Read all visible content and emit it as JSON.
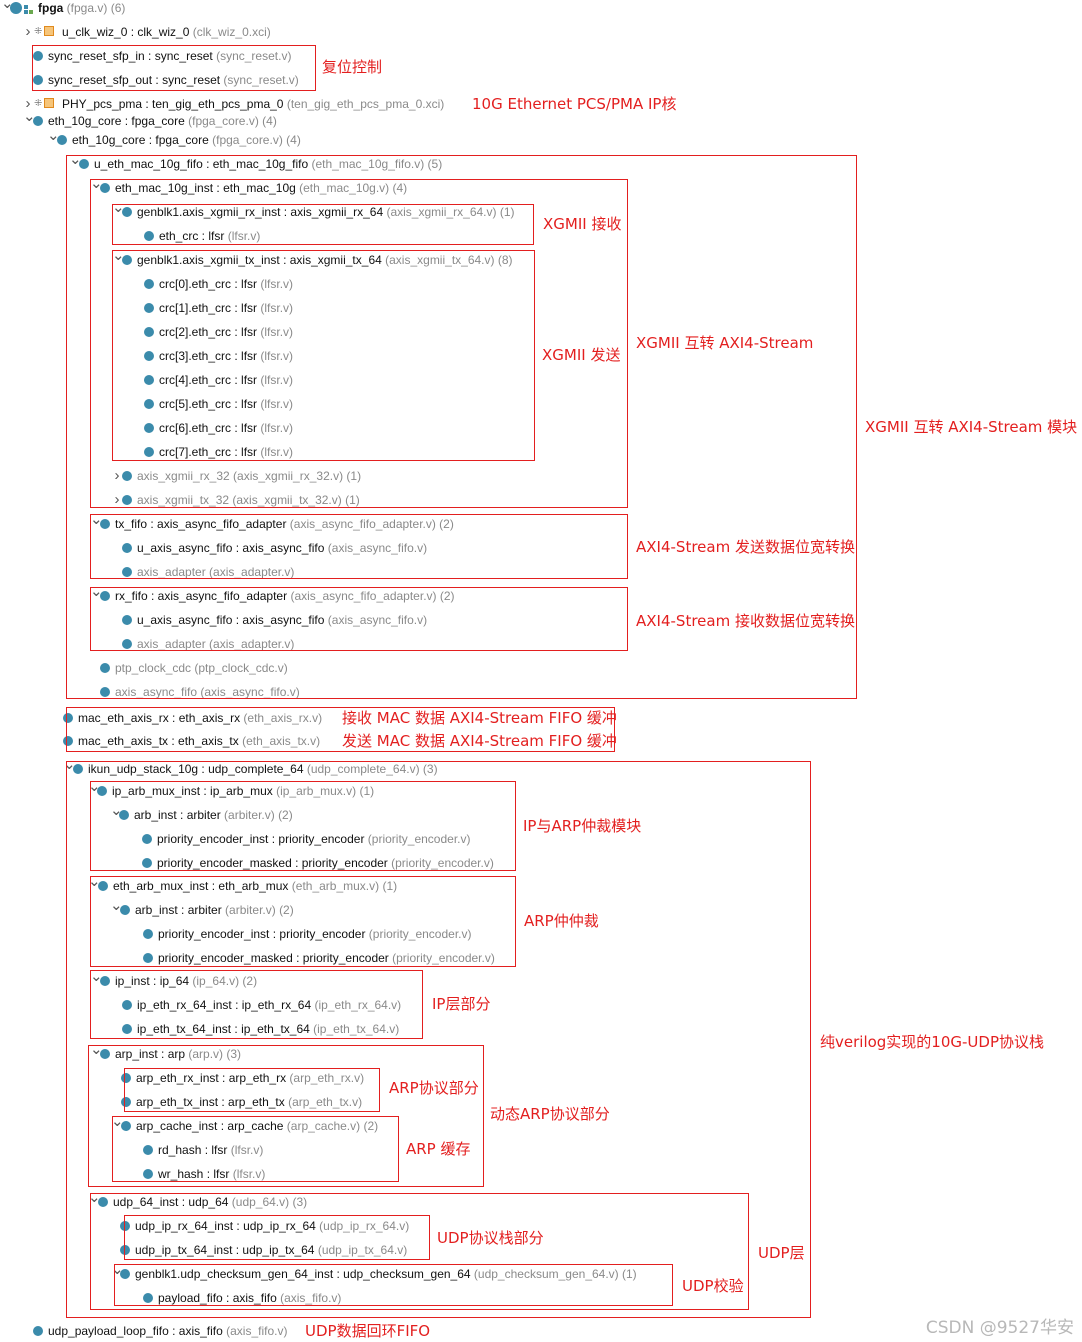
{
  "tree": [
    {
      "main": "fpga",
      "src": "(fpga.v) (6)",
      "icon": "fpga",
      "chevron": "down",
      "bold": true
    },
    {
      "main": "u_clk_wiz_0 : clk_wiz_0",
      "src": "(clk_wiz_0.xci)",
      "icon": "ip",
      "chevron": "right"
    },
    {
      "main": "sync_reset_sfp_in : sync_reset",
      "src": "(sync_reset.v)",
      "icon": "dot"
    },
    {
      "main": "sync_reset_sfp_out : sync_reset",
      "src": "(sync_reset.v)",
      "icon": "dot"
    },
    {
      "main": "PHY_pcs_pma : ten_gig_eth_pcs_pma_0",
      "src": "(ten_gig_eth_pcs_pma_0.xci)",
      "icon": "ip",
      "chevron": "right"
    },
    {
      "main": "eth_10g_core : fpga_core",
      "src": "(fpga_core.v) (4)",
      "icon": "dot",
      "chevron": "down"
    },
    {
      "main": "eth_10g_core : fpga_core",
      "src": "(fpga_core.v) (4)",
      "icon": "dot",
      "chevron": "down"
    },
    {
      "main": "u_eth_mac_10g_fifo : eth_mac_10g_fifo",
      "src": "(eth_mac_10g_fifo.v) (5)",
      "icon": "dot",
      "chevron": "down"
    },
    {
      "main": "eth_mac_10g_inst : eth_mac_10g",
      "src": "(eth_mac_10g.v) (4)",
      "icon": "dot",
      "chevron": "down"
    },
    {
      "main": "genblk1.axis_xgmii_rx_inst : axis_xgmii_rx_64",
      "src": "(axis_xgmii_rx_64.v) (1)",
      "icon": "dot",
      "chevron": "down"
    },
    {
      "main": "eth_crc : lfsr",
      "src": "(lfsr.v)",
      "icon": "dot"
    },
    {
      "main": "genblk1.axis_xgmii_tx_inst : axis_xgmii_tx_64",
      "src": "(axis_xgmii_tx_64.v) (8)",
      "icon": "dot",
      "chevron": "down"
    },
    {
      "main": "crc[0].eth_crc : lfsr",
      "src": "(lfsr.v)",
      "icon": "dot"
    },
    {
      "main": "crc[1].eth_crc : lfsr",
      "src": "(lfsr.v)",
      "icon": "dot"
    },
    {
      "main": "crc[2].eth_crc : lfsr",
      "src": "(lfsr.v)",
      "icon": "dot"
    },
    {
      "main": "crc[3].eth_crc : lfsr",
      "src": "(lfsr.v)",
      "icon": "dot"
    },
    {
      "main": "crc[4].eth_crc : lfsr",
      "src": "(lfsr.v)",
      "icon": "dot"
    },
    {
      "main": "crc[5].eth_crc : lfsr",
      "src": "(lfsr.v)",
      "icon": "dot"
    },
    {
      "main": "crc[6].eth_crc : lfsr",
      "src": "(lfsr.v)",
      "icon": "dot"
    },
    {
      "main": "crc[7].eth_crc : lfsr",
      "src": "(lfsr.v)",
      "icon": "dot"
    },
    {
      "main": "axis_xgmii_rx_32 (axis_xgmii_rx_32.v) (1)",
      "src": "",
      "icon": "dot",
      "chevron": "right",
      "muted": true
    },
    {
      "main": "axis_xgmii_tx_32 (axis_xgmii_tx_32.v) (1)",
      "src": "",
      "icon": "dot",
      "chevron": "right",
      "muted": true
    },
    {
      "main": "tx_fifo : axis_async_fifo_adapter",
      "src": "(axis_async_fifo_adapter.v) (2)",
      "icon": "dot",
      "chevron": "down"
    },
    {
      "main": "u_axis_async_fifo : axis_async_fifo",
      "src": "(axis_async_fifo.v)",
      "icon": "dot"
    },
    {
      "main": "axis_adapter (axis_adapter.v)",
      "src": "",
      "icon": "dot",
      "muted": true
    },
    {
      "main": "rx_fifo : axis_async_fifo_adapter",
      "src": "(axis_async_fifo_adapter.v) (2)",
      "icon": "dot",
      "chevron": "down"
    },
    {
      "main": "u_axis_async_fifo : axis_async_fifo",
      "src": "(axis_async_fifo.v)",
      "icon": "dot"
    },
    {
      "main": "axis_adapter (axis_adapter.v)",
      "src": "",
      "icon": "dot",
      "muted": true
    },
    {
      "main": "ptp_clock_cdc (ptp_clock_cdc.v)",
      "src": "",
      "icon": "dot",
      "muted": true
    },
    {
      "main": "axis_async_fifo (axis_async_fifo.v)",
      "src": "",
      "icon": "dot",
      "muted": true
    },
    {
      "main": "mac_eth_axis_rx : eth_axis_rx",
      "src": "(eth_axis_rx.v)",
      "icon": "dot"
    },
    {
      "main": "mac_eth_axis_tx : eth_axis_tx",
      "src": "(eth_axis_tx.v)",
      "icon": "dot"
    },
    {
      "main": "ikun_udp_stack_10g : udp_complete_64",
      "src": "(udp_complete_64.v) (3)",
      "icon": "dot",
      "chevron": "down"
    },
    {
      "main": "ip_arb_mux_inst : ip_arb_mux",
      "src": "(ip_arb_mux.v) (1)",
      "icon": "dot",
      "chevron": "down"
    },
    {
      "main": "arb_inst : arbiter",
      "src": "(arbiter.v) (2)",
      "icon": "dot",
      "chevron": "down"
    },
    {
      "main": "priority_encoder_inst : priority_encoder",
      "src": "(priority_encoder.v)",
      "icon": "dot"
    },
    {
      "main": "priority_encoder_masked : priority_encoder",
      "src": "(priority_encoder.v)",
      "icon": "dot"
    },
    {
      "main": "eth_arb_mux_inst : eth_arb_mux",
      "src": "(eth_arb_mux.v) (1)",
      "icon": "dot",
      "chevron": "down"
    },
    {
      "main": "arb_inst : arbiter",
      "src": "(arbiter.v) (2)",
      "icon": "dot",
      "chevron": "down"
    },
    {
      "main": "priority_encoder_inst : priority_encoder",
      "src": "(priority_encoder.v)",
      "icon": "dot"
    },
    {
      "main": "priority_encoder_masked : priority_encoder",
      "src": "(priority_encoder.v)",
      "icon": "dot"
    },
    {
      "main": "ip_inst : ip_64",
      "src": "(ip_64.v) (2)",
      "icon": "dot",
      "chevron": "down"
    },
    {
      "main": "ip_eth_rx_64_inst : ip_eth_rx_64",
      "src": "(ip_eth_rx_64.v)",
      "icon": "dot"
    },
    {
      "main": "ip_eth_tx_64_inst : ip_eth_tx_64",
      "src": "(ip_eth_tx_64.v)",
      "icon": "dot"
    },
    {
      "main": "arp_inst : arp",
      "src": "(arp.v) (3)",
      "icon": "dot",
      "chevron": "down"
    },
    {
      "main": "arp_eth_rx_inst : arp_eth_rx",
      "src": "(arp_eth_rx.v)",
      "icon": "dot"
    },
    {
      "main": "arp_eth_tx_inst : arp_eth_tx",
      "src": "(arp_eth_tx.v)",
      "icon": "dot"
    },
    {
      "main": "arp_cache_inst : arp_cache",
      "src": "(arp_cache.v) (2)",
      "icon": "dot",
      "chevron": "down"
    },
    {
      "main": "rd_hash : lfsr",
      "src": "(lfsr.v)",
      "icon": "dot"
    },
    {
      "main": "wr_hash : lfsr",
      "src": "(lfsr.v)",
      "icon": "dot"
    },
    {
      "main": "udp_64_inst : udp_64",
      "src": "(udp_64.v) (3)",
      "icon": "dot",
      "chevron": "down"
    },
    {
      "main": "udp_ip_rx_64_inst : udp_ip_rx_64",
      "src": "(udp_ip_rx_64.v)",
      "icon": "dot"
    },
    {
      "main": "udp_ip_tx_64_inst : udp_ip_tx_64",
      "src": "(udp_ip_tx_64.v)",
      "icon": "dot"
    },
    {
      "main": "genblk1.udp_checksum_gen_64_inst : udp_checksum_gen_64",
      "src": "(udp_checksum_gen_64.v) (1)",
      "icon": "dot",
      "chevron": "down"
    },
    {
      "main": "payload_fifo : axis_fifo",
      "src": "(axis_fifo.v)",
      "icon": "dot"
    },
    {
      "main": "udp_payload_loop_fifo : axis_fifo",
      "src": "(axis_fifo.v)",
      "icon": "dot"
    }
  ],
  "annotations": [
    "复位控制",
    "10G Ethernet PCS/PMA IP核",
    "XGMII 接收",
    "XGMII 发送",
    "XGMII 互转 AXI4-Stream",
    "XGMII 互转 AXI4-Stream 模块",
    "AXI4-Stream 发送数据位宽转换",
    "AXI4-Stream 接收数据位宽转换",
    "接收 MAC 数据 AXI4-Stream FIFO 缓冲",
    "发送 MAC 数据 AXI4-Stream FIFO 缓冲",
    "IP与ARP仲裁模块",
    "ARP仲仲裁",
    "IP层部分",
    "纯verilog实现的10G-UDP协议栈",
    "ARP协议部分",
    "动态ARP协议部分",
    "ARP 缓存",
    "UDP协议栈部分",
    "UDP层",
    "UDP校验",
    "UDP数据回环FIFO"
  ],
  "colors": {
    "accent": "#e31f1f",
    "node": "#3b8bab",
    "source": "#8a8a8a"
  },
  "watermark": "CSDN @9527华安"
}
